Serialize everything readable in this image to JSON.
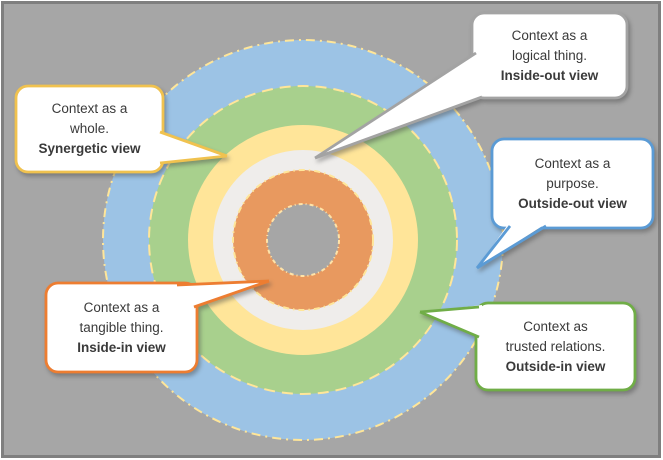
{
  "canvas": {
    "background_color": "#A6A6A6",
    "frame_color": "#7F7F7F"
  },
  "rings": [
    {
      "name": "outside-out-ring",
      "color": "#9CC3E5"
    },
    {
      "name": "outside-in-ring",
      "color": "#A8D08D"
    },
    {
      "name": "synergetic-ring",
      "color": "#FFE599"
    },
    {
      "name": "inside-out-ring",
      "color": "#EFEDEB"
    },
    {
      "name": "inside-in-ring",
      "color": "#E8995F"
    },
    {
      "name": "center-hole",
      "color": "#A6A6A6"
    }
  ],
  "dash_color": "#FFE699",
  "callouts": {
    "whole": {
      "line1": "Context as a",
      "line2": "whole.",
      "line3": "Synergetic view",
      "border_color": "#F0C24F"
    },
    "logical": {
      "line1": "Context as a",
      "line2": "logical thing.",
      "line3": "Inside-out view",
      "border_color": "#A3A3A3"
    },
    "purpose": {
      "line1": "Context as a",
      "line2": "purpose.",
      "line3": "Outside-out view",
      "border_color": "#5B9BD5"
    },
    "tangible": {
      "line1": "Context as a",
      "line2": "tangible thing.",
      "line3": "Inside-in view",
      "border_color": "#ED7D31"
    },
    "trusted": {
      "line1": "Context as",
      "line2": "trusted relations.",
      "line3": "Outside-in view",
      "border_color": "#70AD47"
    }
  }
}
